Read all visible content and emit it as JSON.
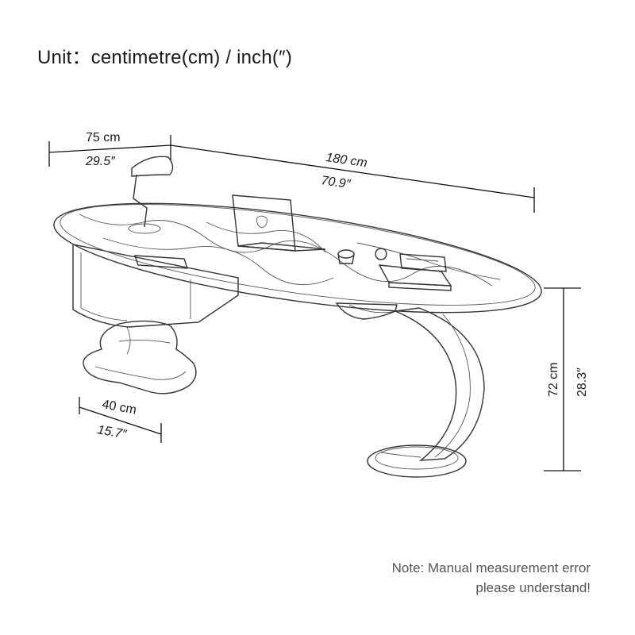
{
  "header": {
    "unit_text": "Unit：centimetre(cm) / inch(″)"
  },
  "dimensions": {
    "depth_cm": "75 cm",
    "depth_in": "29.5″",
    "length_cm": "180 cm",
    "length_in": "70.9″",
    "height_cm": "72 cm",
    "height_in": "28.3″",
    "base_cm": "40 cm",
    "base_in": "15.7″"
  },
  "note": {
    "line1": "Note: Manual measurement error",
    "line2": "please understand!"
  }
}
